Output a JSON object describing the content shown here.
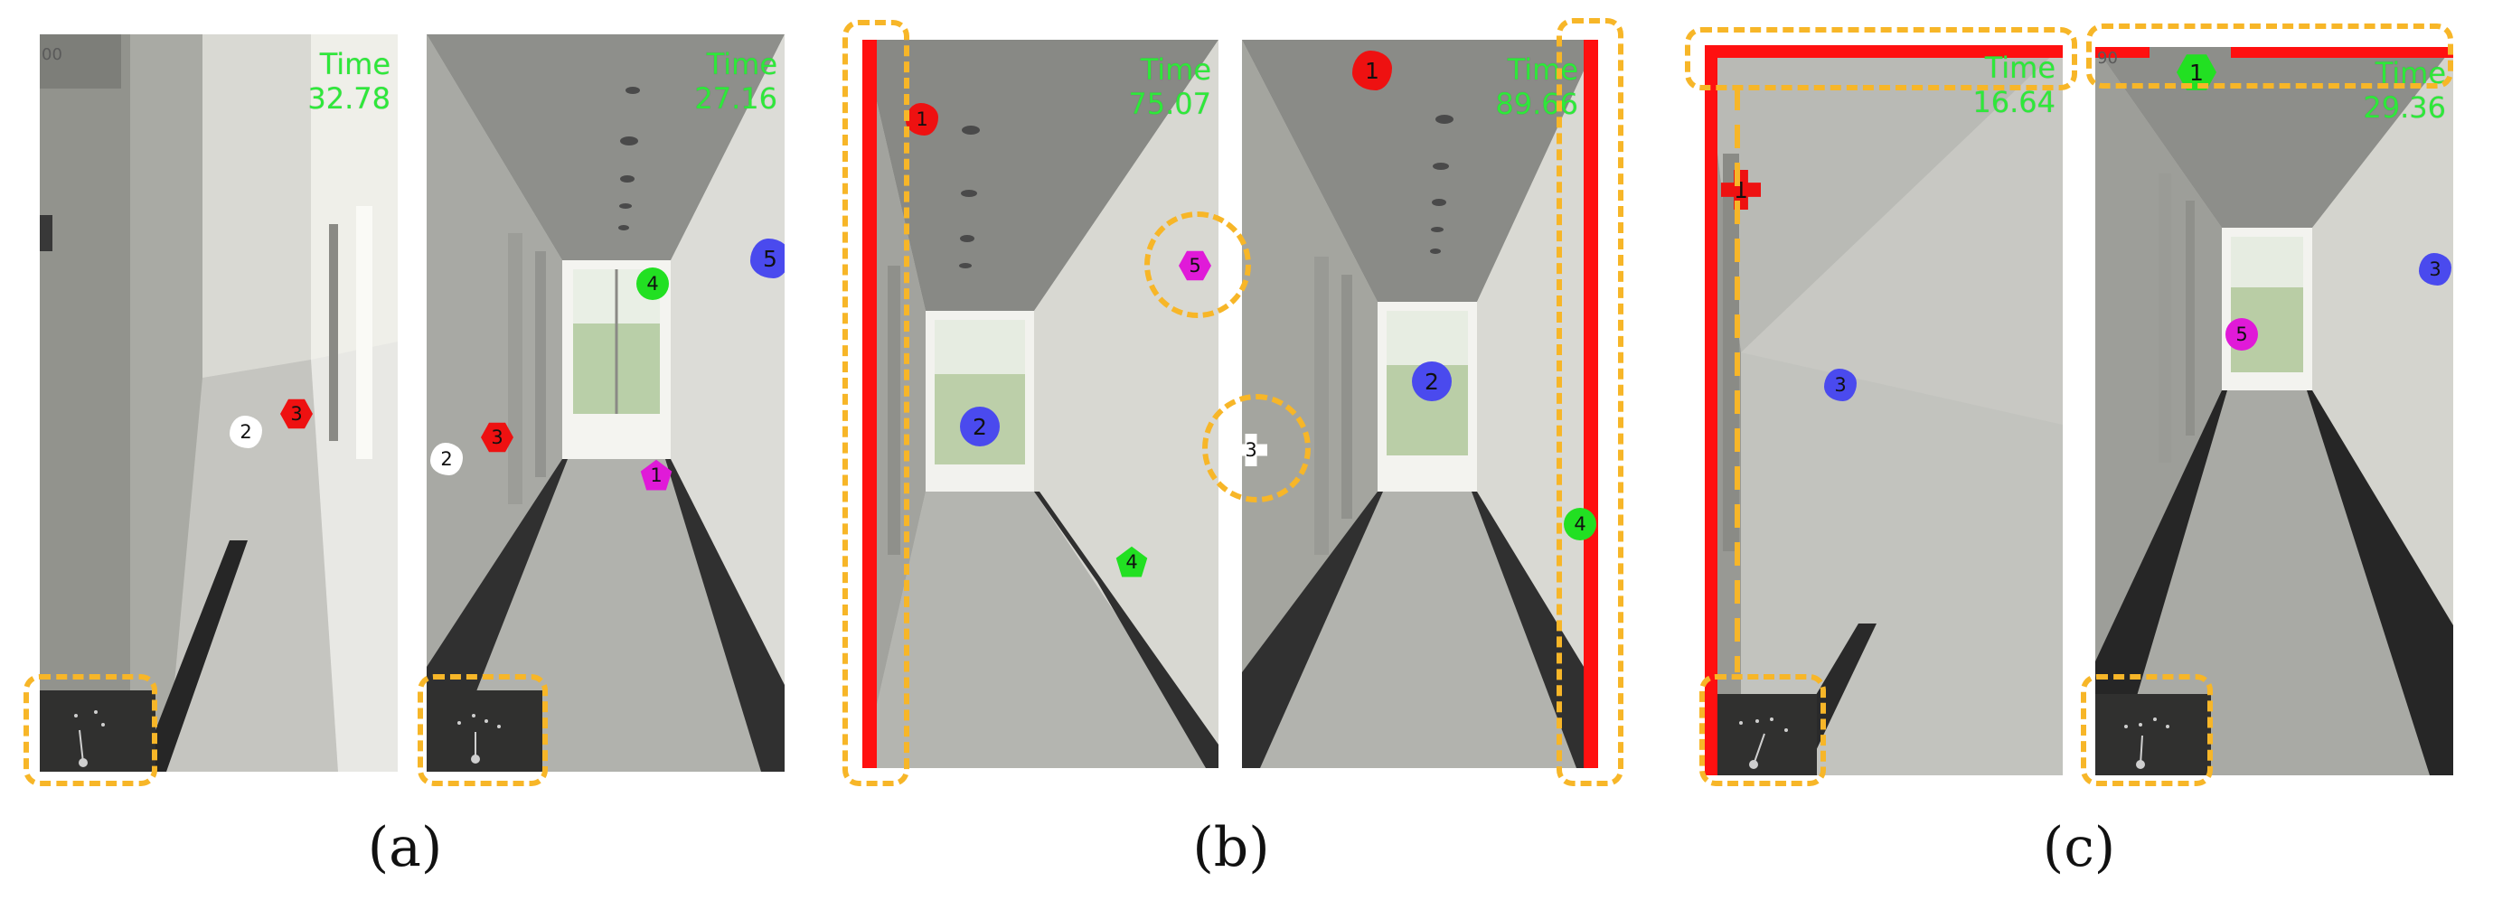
{
  "subfigure_labels": {
    "a": "(a)",
    "b": "(b)",
    "c": "(c)"
  },
  "hud": {
    "time_label": "Time"
  },
  "screens": {
    "a1": {
      "corner_text": "00",
      "time_value": "32.78",
      "markers": [
        "2",
        "3"
      ]
    },
    "a2": {
      "time_value": "27.16",
      "markers": [
        "2",
        "3",
        "4",
        "5",
        "1"
      ]
    },
    "b1": {
      "time_value": "75.07",
      "markers": [
        "1",
        "5",
        "2",
        "4"
      ]
    },
    "b2": {
      "time_value": "89.66",
      "markers": [
        "1",
        "2",
        "3",
        "4"
      ]
    },
    "c1": {
      "time_value": "16.64",
      "markers": [
        "1",
        "3"
      ]
    },
    "c2": {
      "corner_text": "90",
      "time_value": "29.36",
      "markers": [
        "1",
        "3",
        "5"
      ]
    }
  },
  "colors": {
    "time_text": "#2ee83a",
    "highlight_dash": "#f7b628",
    "warning_bar": "#ff1010",
    "marker_red": "#ee1111",
    "marker_blue": "#4a4aee",
    "marker_green": "#22e022",
    "marker_magenta": "#e01ad8",
    "marker_white": "#ffffff"
  },
  "icons": {
    "hexagon": "hexagon-marker-icon",
    "circle": "circle-marker-icon",
    "pentagon": "pentagon-marker-icon",
    "blob": "blob-marker-icon",
    "cross": "cross-marker-icon"
  }
}
